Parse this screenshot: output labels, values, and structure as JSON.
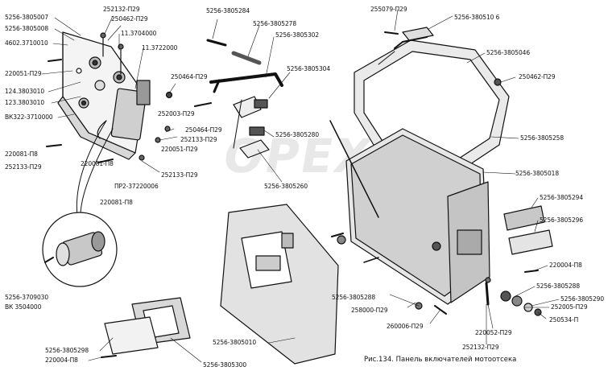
{
  "caption": "Рис.134. Панель включателей мотоотсека",
  "watermark": "OPEX",
  "labels": {
    "l_5256_3805007": "5256-3805007",
    "l_5256_3805008": "5256-3805008",
    "l_4602_3710010": "4602.3710010",
    "l_220051_p29_a": "220051-П29",
    "l_124_3803010": "124.3803010",
    "l_123_3803010": "123.3803010",
    "l_vk322_3710000": "ВК322-3710000",
    "l_220081_p8_a": "220081-П8",
    "l_252133_p29_a": "252133-П29",
    "l_252132_p29_a": "252132-П29",
    "l_250462_p29_a": "250462-П29",
    "l_11_3704000": "11.3704000",
    "l_11_3722000": "11.3722000",
    "l_250464_p29_a": "250464-П29",
    "l_252003_p29": "252003-П29",
    "l_250464_p29_b": "250464-П29",
    "l_252133_p29_b": "252133-П29",
    "l_220051_p29_b": "220051-П29",
    "l_252133_p29_c": "252133-П29",
    "l_220081_p8_b": "220081-П8",
    "l_pr2_37220006": "ПР2-37220006",
    "l_5256_3709030": "5256-3709030",
    "l_vk_3504000": "ВК 3504000",
    "l_5256_3805284": "5256-3805284",
    "l_5256_3805278": "5256-3805278",
    "l_5256_3805302": "5256-3805302",
    "l_5256_3805304": "5256-3805304",
    "l_5256_3805280": "5256-3805280",
    "l_5256_3805260": "5256-3805260",
    "l_255079_p29": "255079-П29",
    "l_5256_3805106": "5256-380510 6",
    "l_5256_3805046": "5256-3805046",
    "l_250462_p29_b": "250462-П29",
    "l_5256_3805258": "5256-3805258",
    "l_5256_3805018": "5256-3805018",
    "l_5256_3805294": "5256-3805294",
    "l_5256_3805296": "5256-3805296",
    "l_220004_p8_a": "220004-П8",
    "l_5256_3805288_a": "5256-3805288",
    "l_5256_3805290": "5256-3805290",
    "l_252005_p29": "252005-П29",
    "l_250534_p": "250534-П",
    "l_5256_3805288_b": "5256-3805288",
    "l_258000_p29": "258000-П29",
    "l_260006_p29": "260006-П29",
    "l_220052_p29": "220052-П29",
    "l_252132_p29_b": "252132-П29",
    "l_5256_3805010": "5256-3805010",
    "l_5256_3805298": "5256-3805298",
    "l_220004_p8_b": "220004-П8",
    "l_5256_3805300": "5256-3805300"
  }
}
